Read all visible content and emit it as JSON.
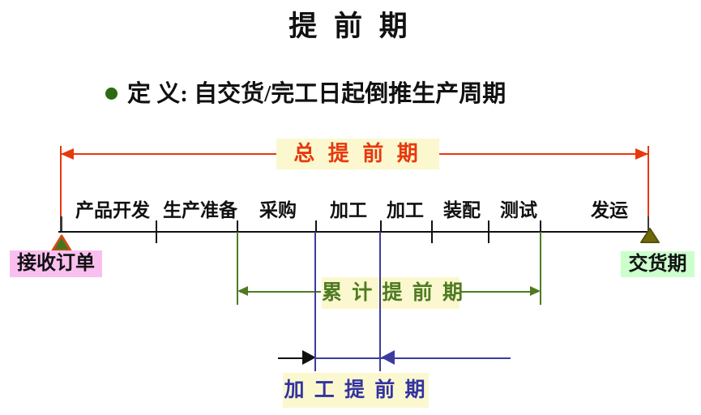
{
  "slide": {
    "title": "提 前 期",
    "definition": {
      "text": "定 义:  自交货/完工日起倒推生产周期",
      "bullet_color": "#2d6b12"
    }
  },
  "diagram": {
    "total_lead_time_label": "总 提 前 期",
    "cumulative_lead_time_label": "累 计 提 前 期",
    "processing_lead_time_label": "加 工 提 前 期",
    "receive_order_label": "接收订单",
    "delivery_date_label": "交货期",
    "stages": [
      "产品开发",
      "生产准备",
      "采购",
      "加工",
      "加工",
      "装配",
      "测试",
      "发运"
    ],
    "colors": {
      "total_arrow_red": "#e8380d",
      "cumulative_green": "#4e7b22",
      "processing_blue": "#3c3c9f",
      "highlight_yellow_bg": "#fbf8cf",
      "receive_order_bg": "#f9c0ef",
      "delivery_date_bg": "#ccffcc",
      "timeline_black": "#111111",
      "left_marker_fill": "#3c7a1a",
      "left_marker_border": "#cf4b16",
      "right_marker_fill": "#6e6a0a"
    }
  }
}
